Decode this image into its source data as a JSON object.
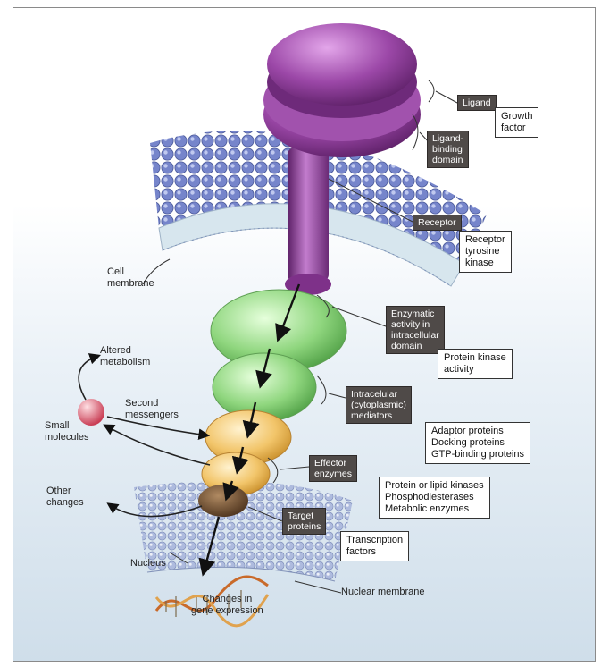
{
  "labels": {
    "ligand": "Ligand",
    "growth_factor": "Growth\nfactor",
    "ligand_binding_domain": "Ligand-\nbinding\ndomain",
    "receptor": "Receptor",
    "receptor_tyrosine_kinase": "Receptor\ntyrosine\nkinase",
    "cell_membrane": "Cell\nmembrane",
    "enzymatic_activity": "Enzymatic\nactivity in\nintracellular\ndomain",
    "protein_kinase_activity": "Protein kinase\nactivity",
    "altered_metabolism": "Altered\nmetabolism",
    "second_messengers": "Second\nmessengers",
    "small_molecules": "Small\nmolecules",
    "intracellular_mediators": "Intracelular\n(cytoplasmic)\nmediators",
    "mediator_examples": "Adaptor proteins\nDocking proteins\nGTP-binding proteins",
    "effector_enzymes": "Effector\nenzymes",
    "effector_examples": "Protein or lipid kinases\nPhosphodiesterases\nMetabolic enzymes",
    "other_changes": "Other\nchanges",
    "target_proteins": "Target\nproteins",
    "transcription_factors": "Transcription\nfactors",
    "nucleus": "Nucleus",
    "nuclear_membrane": "Nuclear membrane",
    "changes_in_gene_expression": "Changes in\ngene expression"
  },
  "colors": {
    "ligand": "#7a2e86",
    "receptor": "#8e3c9a",
    "membrane": "#6f7fc8",
    "mediator_green": "#8fd67e",
    "effector_orange": "#f2c56a",
    "target_brown": "#6b4a2c",
    "small_molecule": "#e0667a",
    "label_dark": "#4f4a48"
  }
}
